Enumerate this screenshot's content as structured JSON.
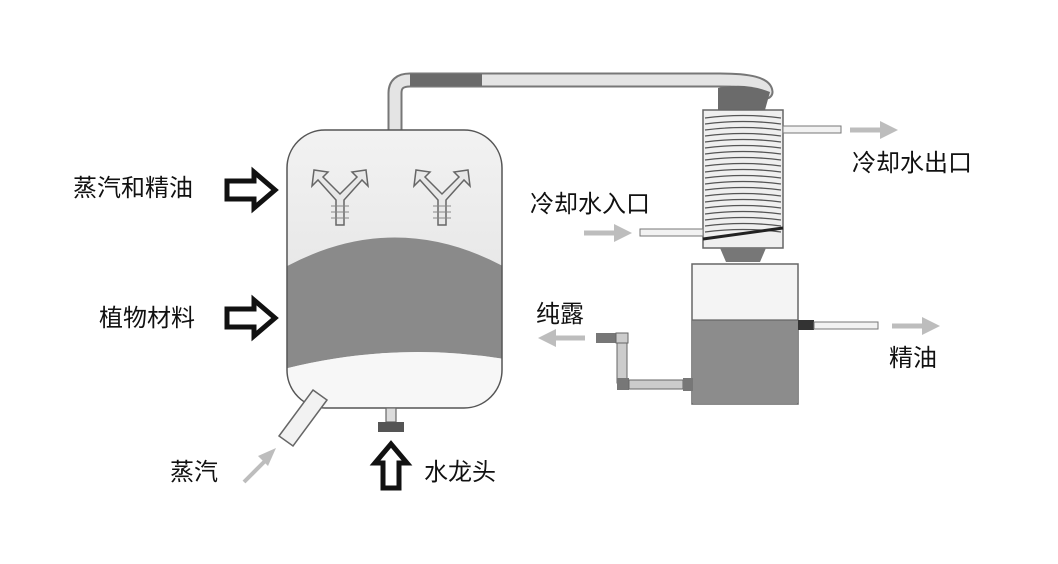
{
  "labels": {
    "steam_and_oil": "蒸汽和精油",
    "plant_material": "植物材料",
    "steam": "蒸汽",
    "faucet": "水龙头",
    "cooling_water_outlet": "冷却水出口",
    "cooling_water_inlet": "冷却水入口",
    "hydrosol": "纯露",
    "essential_oil": "精油"
  },
  "colors": {
    "plant_fill": "#8a8a8a",
    "oil_fill": "#8c8c8c",
    "vessel_top": "#e6e6e6",
    "pipe": "#dcdcdc",
    "dark_connector": "#6b6b6b",
    "outline": "#555555",
    "grey_arrow": "#bdbdbd",
    "black_arrow": "#111111"
  }
}
